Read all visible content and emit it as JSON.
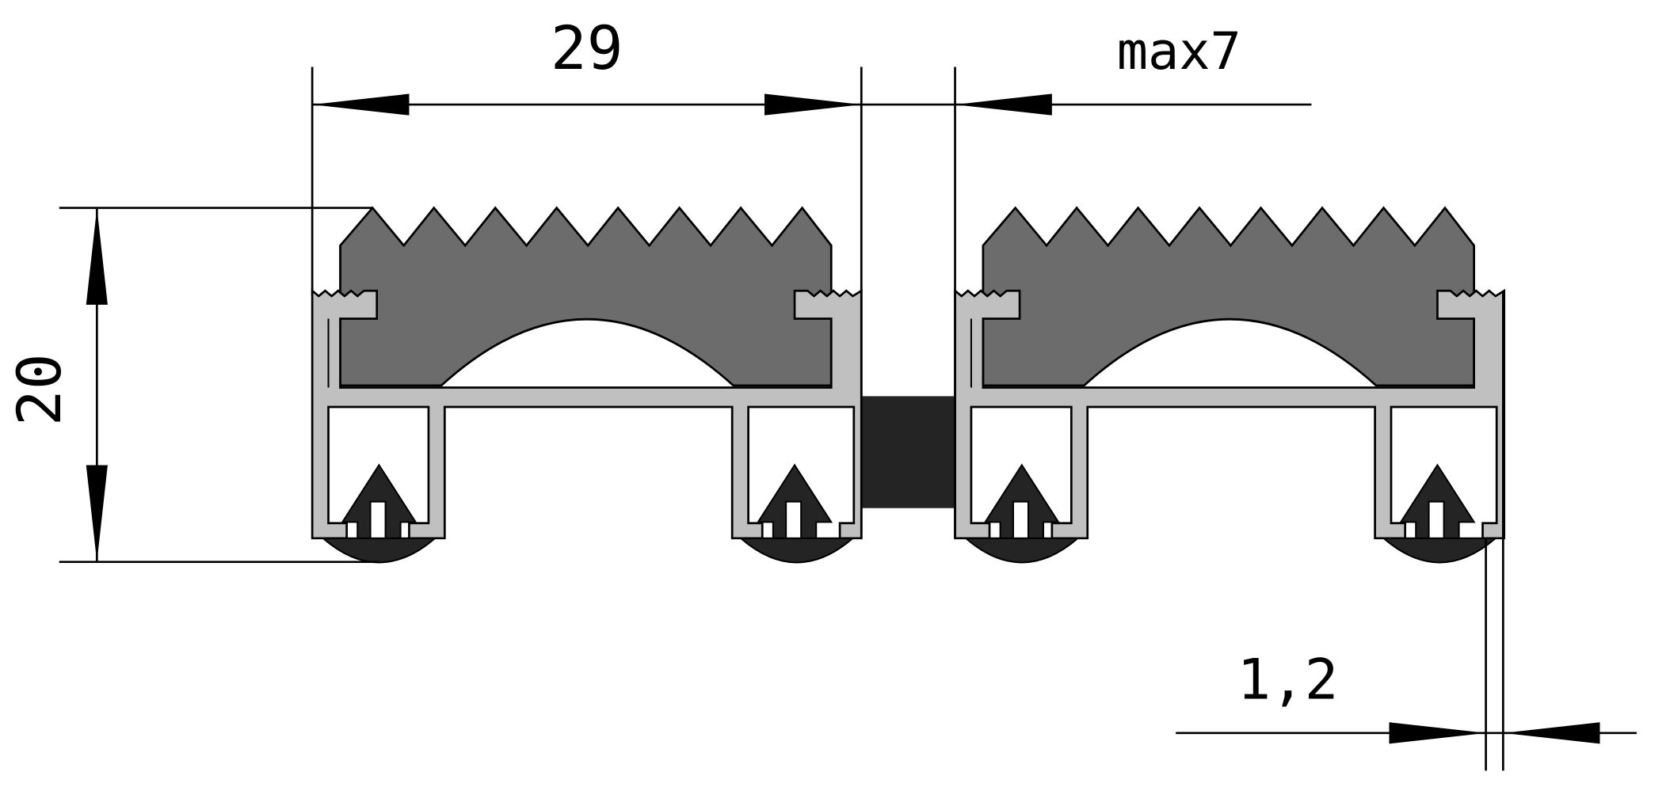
{
  "colors": {
    "background": "#ffffff",
    "line": "#000000",
    "tread_rubber": "#6c6c6c",
    "aluminium_profile": "#c0c0c0",
    "connector": "#242424",
    "foot_pad": "#242424",
    "cavity": "#ffffff"
  },
  "dimensions": {
    "width_label": "29",
    "gap_label": "max7",
    "height_label": "20",
    "wall_label": "1,2"
  }
}
